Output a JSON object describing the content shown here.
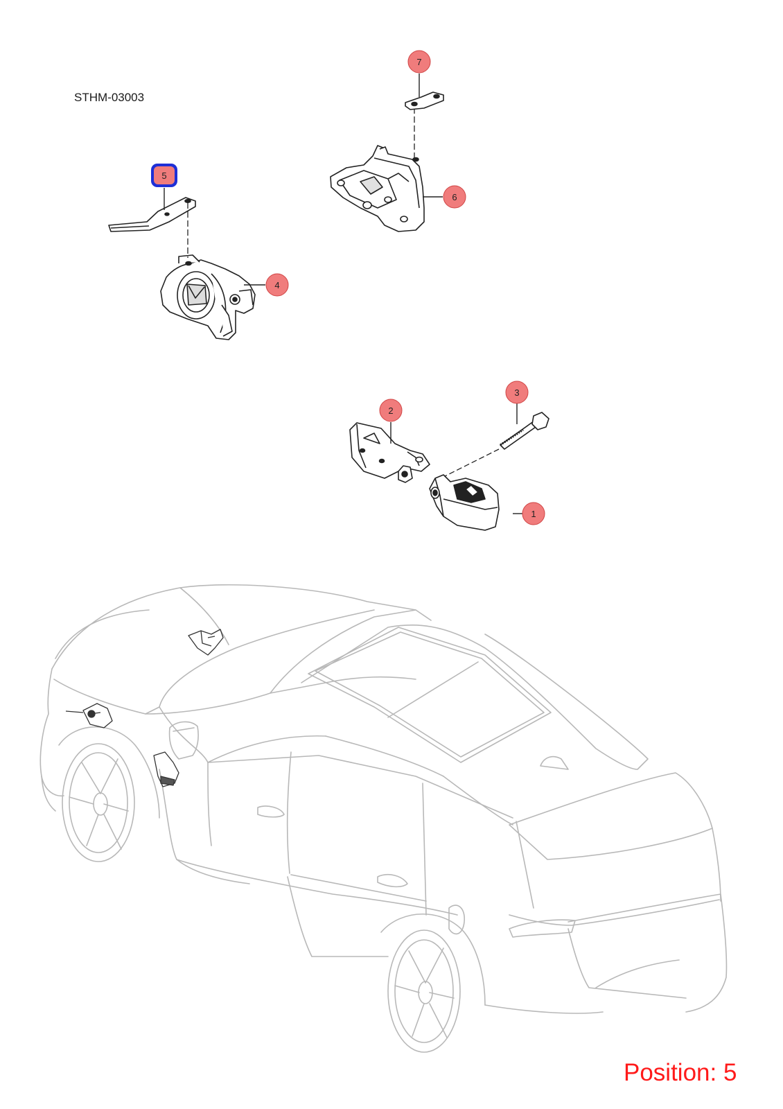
{
  "header": {
    "diagram_code": "STHM-03003"
  },
  "footer": {
    "position_text": "Position: 5"
  },
  "callouts": [
    {
      "number": "1"
    },
    {
      "number": "2"
    },
    {
      "number": "3"
    },
    {
      "number": "4"
    },
    {
      "number": "5",
      "selected": true
    },
    {
      "number": "6"
    },
    {
      "number": "7"
    }
  ],
  "colors": {
    "callout_fill": "#f07c7c",
    "callout_stroke": "#d04444",
    "selected_fill": "#f07c7c",
    "selected_stroke": "#1e2fd6",
    "position_text": "#ff1a1a",
    "part_line": "#222222",
    "car_line": "#b8b8b8"
  }
}
